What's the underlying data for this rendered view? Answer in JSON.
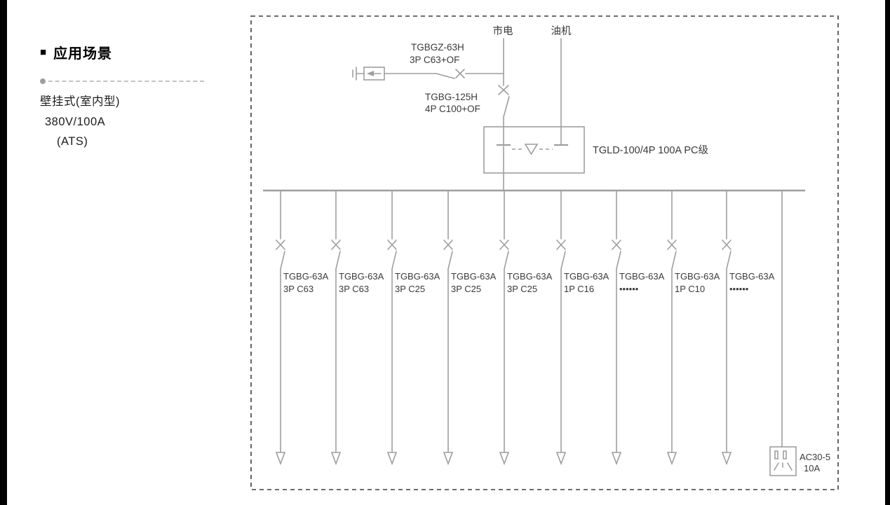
{
  "sidebar": {
    "bullet": "■",
    "title": "应用场景",
    "lines": [
      "壁挂式(室内型)",
      "380V/100A",
      "(ATS)"
    ]
  },
  "diagram": {
    "source_mains": "市电",
    "source_generator": "油机",
    "surge": {
      "line1": "TGBGZ-63H",
      "line2": "3P C63+OF"
    },
    "main_breaker": {
      "line1": "TGBG-125H",
      "line2": "4P C100+OF"
    },
    "ats_label": "TGLD-100/4P 100A PC级",
    "feeders": [
      {
        "model": "TGBG-63A",
        "spec": "3P C63"
      },
      {
        "model": "TGBG-63A",
        "spec": "3P C63"
      },
      {
        "model": "TGBG-63A",
        "spec": "3P C25"
      },
      {
        "model": "TGBG-63A",
        "spec": "3P C25"
      },
      {
        "model": "TGBG-63A",
        "spec": "3P C25"
      },
      {
        "model": "TGBG-63A",
        "spec": "1P C16"
      },
      {
        "model": "TGBG-63A",
        "spec": "••••••"
      },
      {
        "model": "TGBG-63A",
        "spec": "1P C10"
      },
      {
        "model": "TGBG-63A",
        "spec": "••••••"
      }
    ],
    "socket": {
      "line1": "AC30-5",
      "line2": "10A"
    }
  },
  "colors": {
    "line": "#9e9e9e",
    "text": "#3a3a3a",
    "border": "#3d3d3d"
  }
}
